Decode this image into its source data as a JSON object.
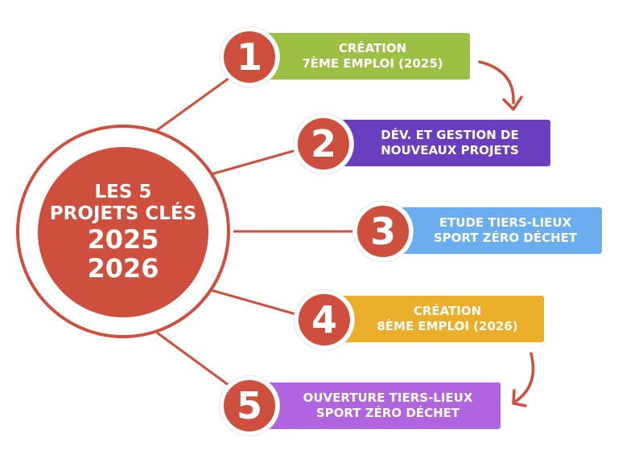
{
  "center": {
    "line1": "LES 5",
    "line2": "PROJETS CLÉS",
    "line3": "2025",
    "line4": "2026"
  },
  "colors": {
    "primary_red": "#cf4f3e",
    "green": "#9bc043",
    "purple": "#6a3fbf",
    "blue": "#6aaef0",
    "orange": "#eaae2a",
    "lilac": "#b064e0"
  },
  "projects": [
    {
      "number": "1",
      "line1": "CRÉATION",
      "line2": "7ÈME EMPLOI (2025)",
      "color": "#9bc043"
    },
    {
      "number": "2",
      "line1": "DÉV. ET GESTION DE",
      "line2": "NOUVEAUX PROJETS",
      "color": "#6a3fbf"
    },
    {
      "number": "3",
      "line1": "ETUDE TIERS-LIEUX",
      "line2": "SPORT ZÉRO DÉCHET",
      "color": "#6aaef0"
    },
    {
      "number": "4",
      "line1": "CRÉATION",
      "line2": "8ÈME EMPLOI (2026)",
      "color": "#eaae2a"
    },
    {
      "number": "5",
      "line1": "OUVERTURE TIERS-LIEUX",
      "line2": "SPORT ZÉRO DÉCHET",
      "color": "#b064e0"
    }
  ],
  "icons": {
    "arrow_1": "curved-arrow-down-icon",
    "arrow_2": "curved-arrow-down-left-icon"
  }
}
